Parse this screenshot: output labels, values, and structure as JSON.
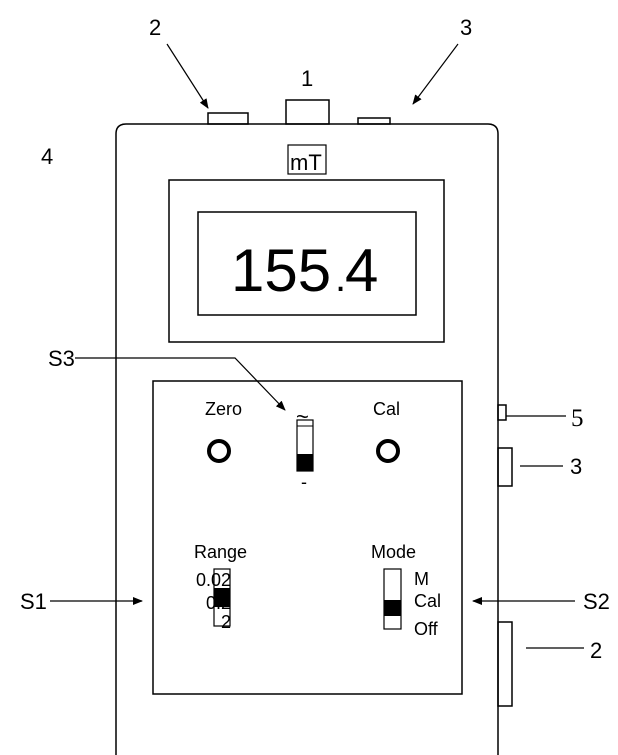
{
  "callouts": {
    "top_left": "2",
    "top_center": "1",
    "top_right": "3",
    "upper_left": "4",
    "right_small": "5",
    "right_mid": "3",
    "right_low": "2"
  },
  "unit_label": "mT",
  "display": {
    "int_digits": "155",
    "dot": ".",
    "dec_digit": "4"
  },
  "switch_labels": {
    "s1": "S1",
    "s2": "S2",
    "s3": "S3"
  },
  "controls": {
    "zero_label": "Zero",
    "cal_label": "Cal",
    "s3_top_symbol": "~",
    "s3_bottom_symbol": "-"
  },
  "range": {
    "title": "Range",
    "options": [
      "0.02",
      "0.2",
      "2"
    ],
    "selected_index": 1
  },
  "mode": {
    "title": "Mode",
    "options": [
      "M",
      "Cal",
      "Off"
    ],
    "selected_index": 1
  }
}
